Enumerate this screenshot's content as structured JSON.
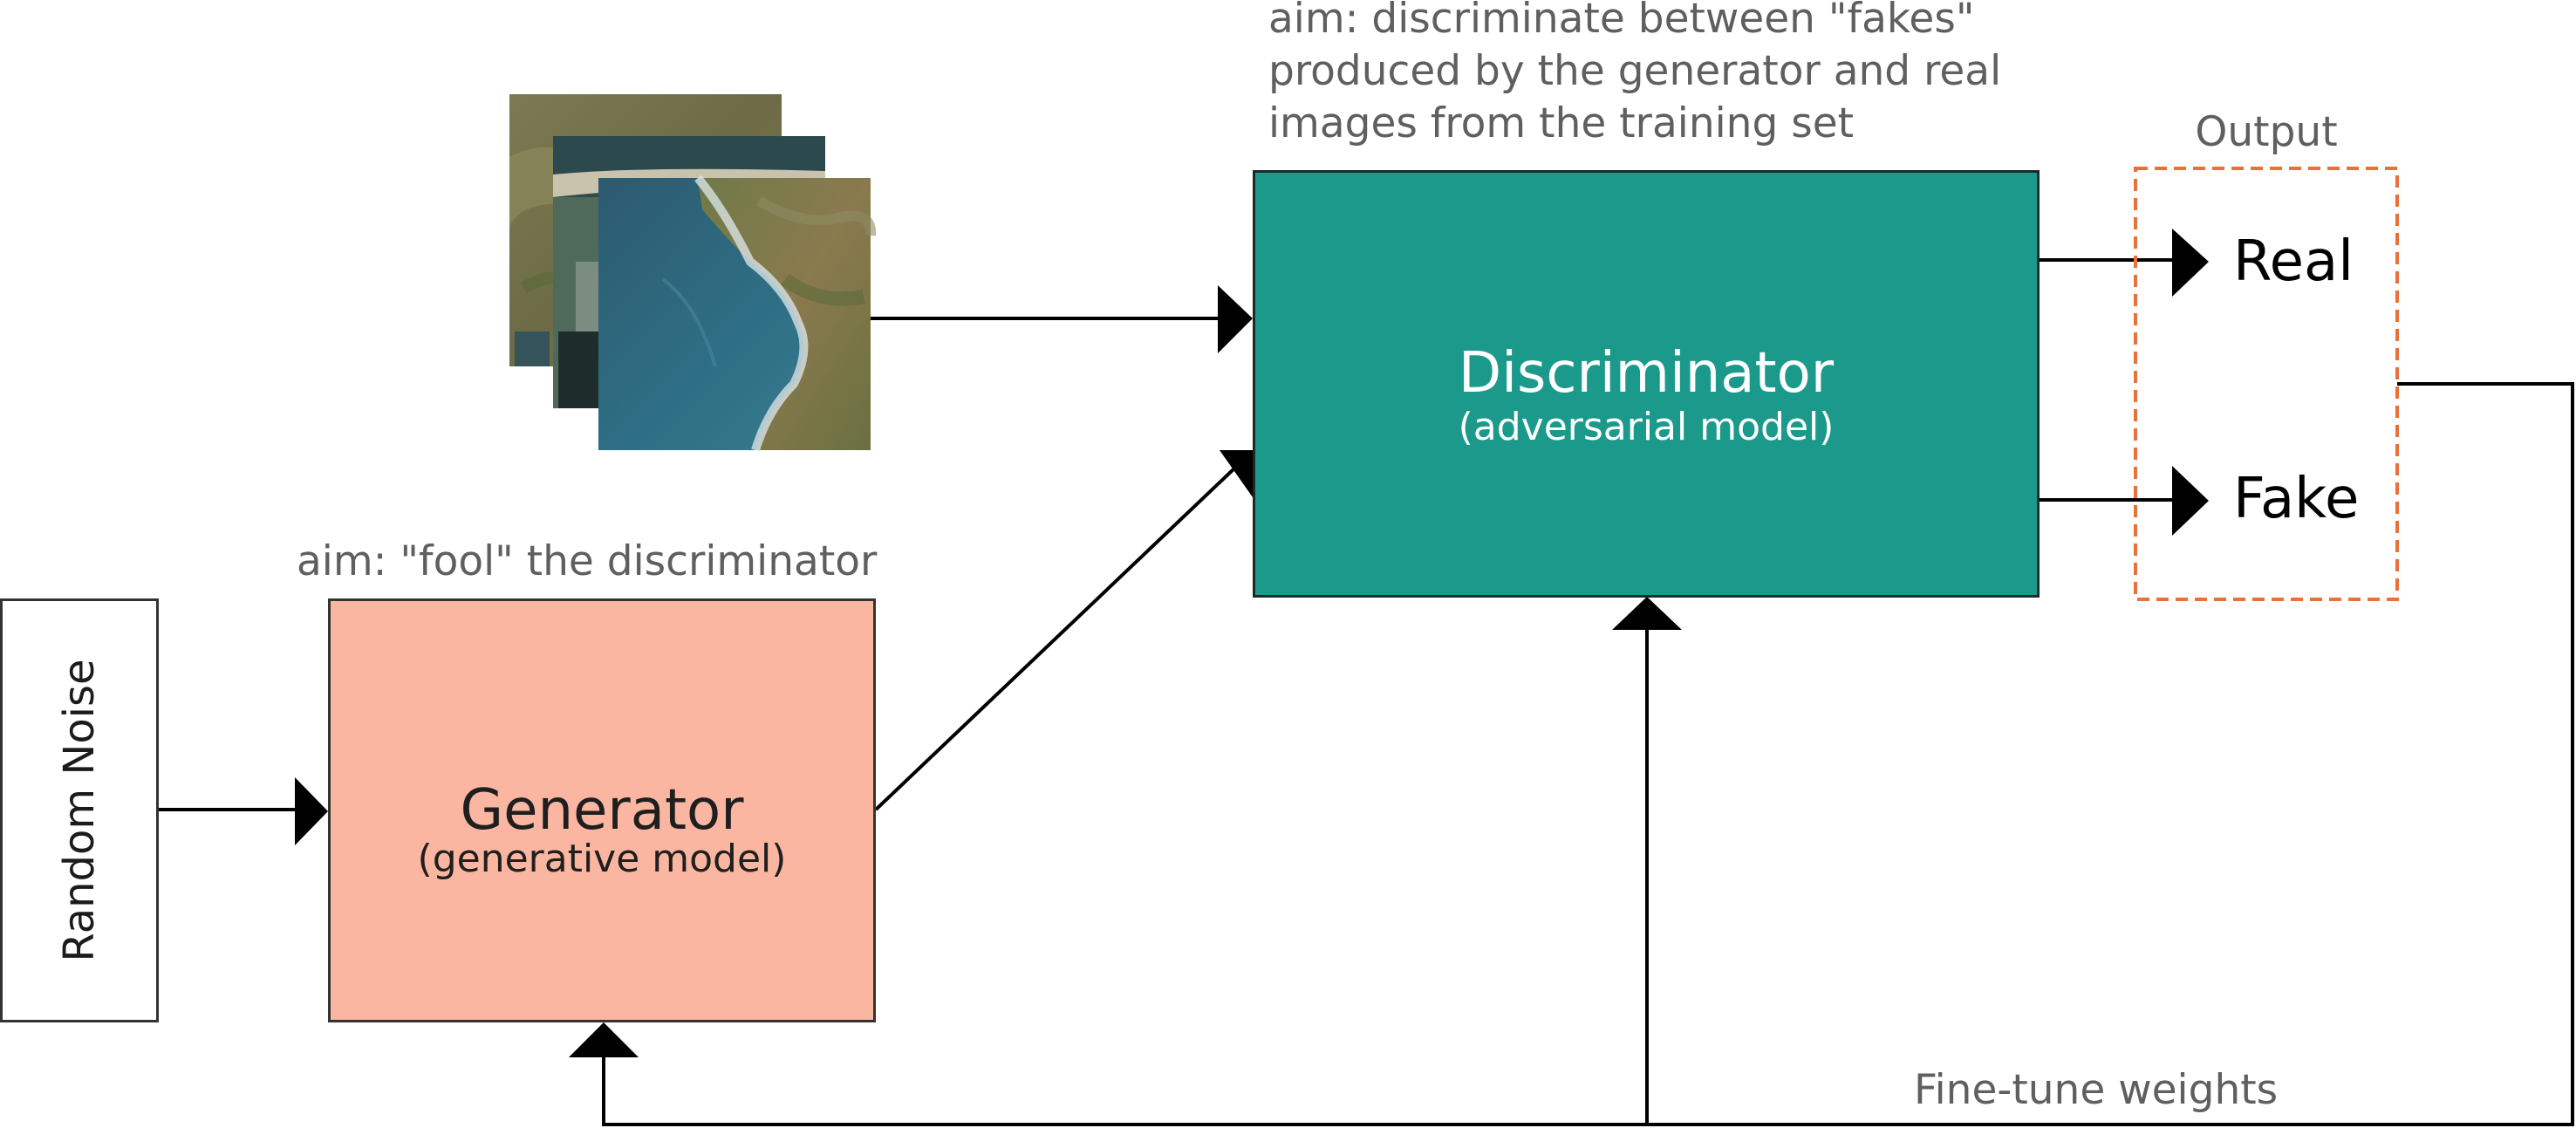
{
  "random_noise": {
    "label": "Random Noise"
  },
  "generator": {
    "title": "Generator",
    "subtitle": "(generative model)",
    "aim": "aim: \"fool\" the discriminator",
    "fill_color": "#fbb6a1"
  },
  "discriminator": {
    "title": "Discriminator",
    "subtitle": "(adversarial model)",
    "aim_lines": [
      "aim: discriminate between \"fakes\"",
      "produced by the generator and real",
      "images from the training set"
    ],
    "fill_color": "#1b9a8b"
  },
  "training_images": {
    "count": 3,
    "kind": "aerial-photo"
  },
  "output": {
    "label": "Output",
    "real": "Real",
    "fake": "Fake",
    "border_color": "#e8703a"
  },
  "feedback": {
    "label": "Fine-tune weights"
  }
}
